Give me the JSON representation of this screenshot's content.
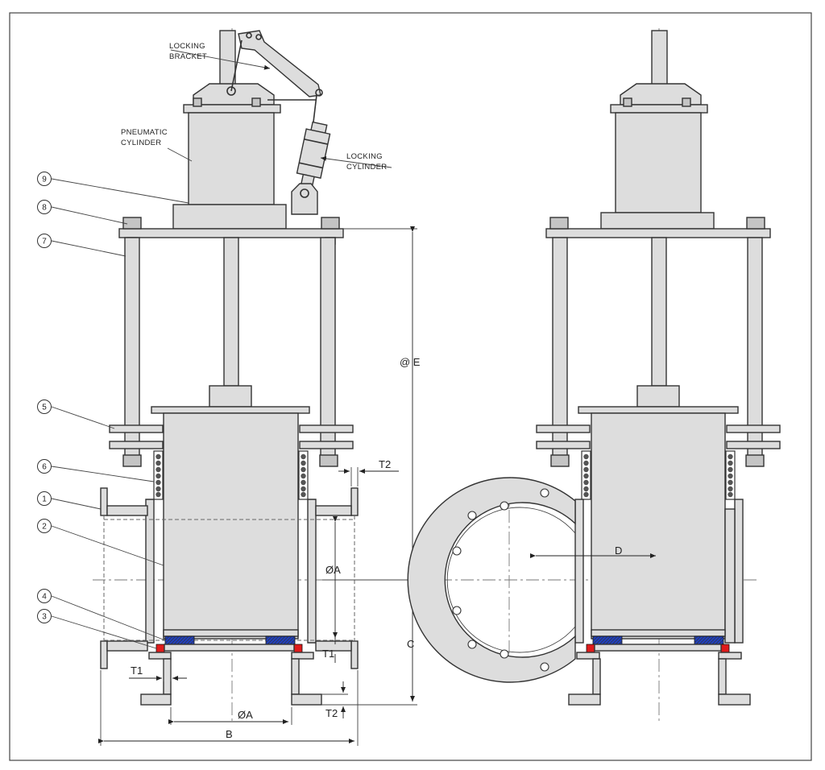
{
  "labels": {
    "locking_bracket_1": "LOCKING",
    "locking_bracket_2": "BRACKET",
    "pneumatic_cylinder_1": "PNEUMATIC",
    "pneumatic_cylinder_2": "CYLINDER",
    "locking_cylinder_1": "LOCKING",
    "locking_cylinder_2": "CYLINDER"
  },
  "balloons": [
    "9",
    "8",
    "7",
    "5",
    "6",
    "1",
    "2",
    "4",
    "3"
  ],
  "dimensions": {
    "e": "@ E",
    "c": "C",
    "a_upper": "ØA",
    "a_lower": "ØA",
    "b": "B",
    "d": "D",
    "t1_left": "T1",
    "t1_right": "T1",
    "t2_upper": "T2",
    "t2_lower": "T2"
  },
  "colors": {
    "seal_blue": "#1f3fbf",
    "seal_red": "#e01b1b",
    "part_fill": "#dddddd",
    "line": "#333333"
  }
}
